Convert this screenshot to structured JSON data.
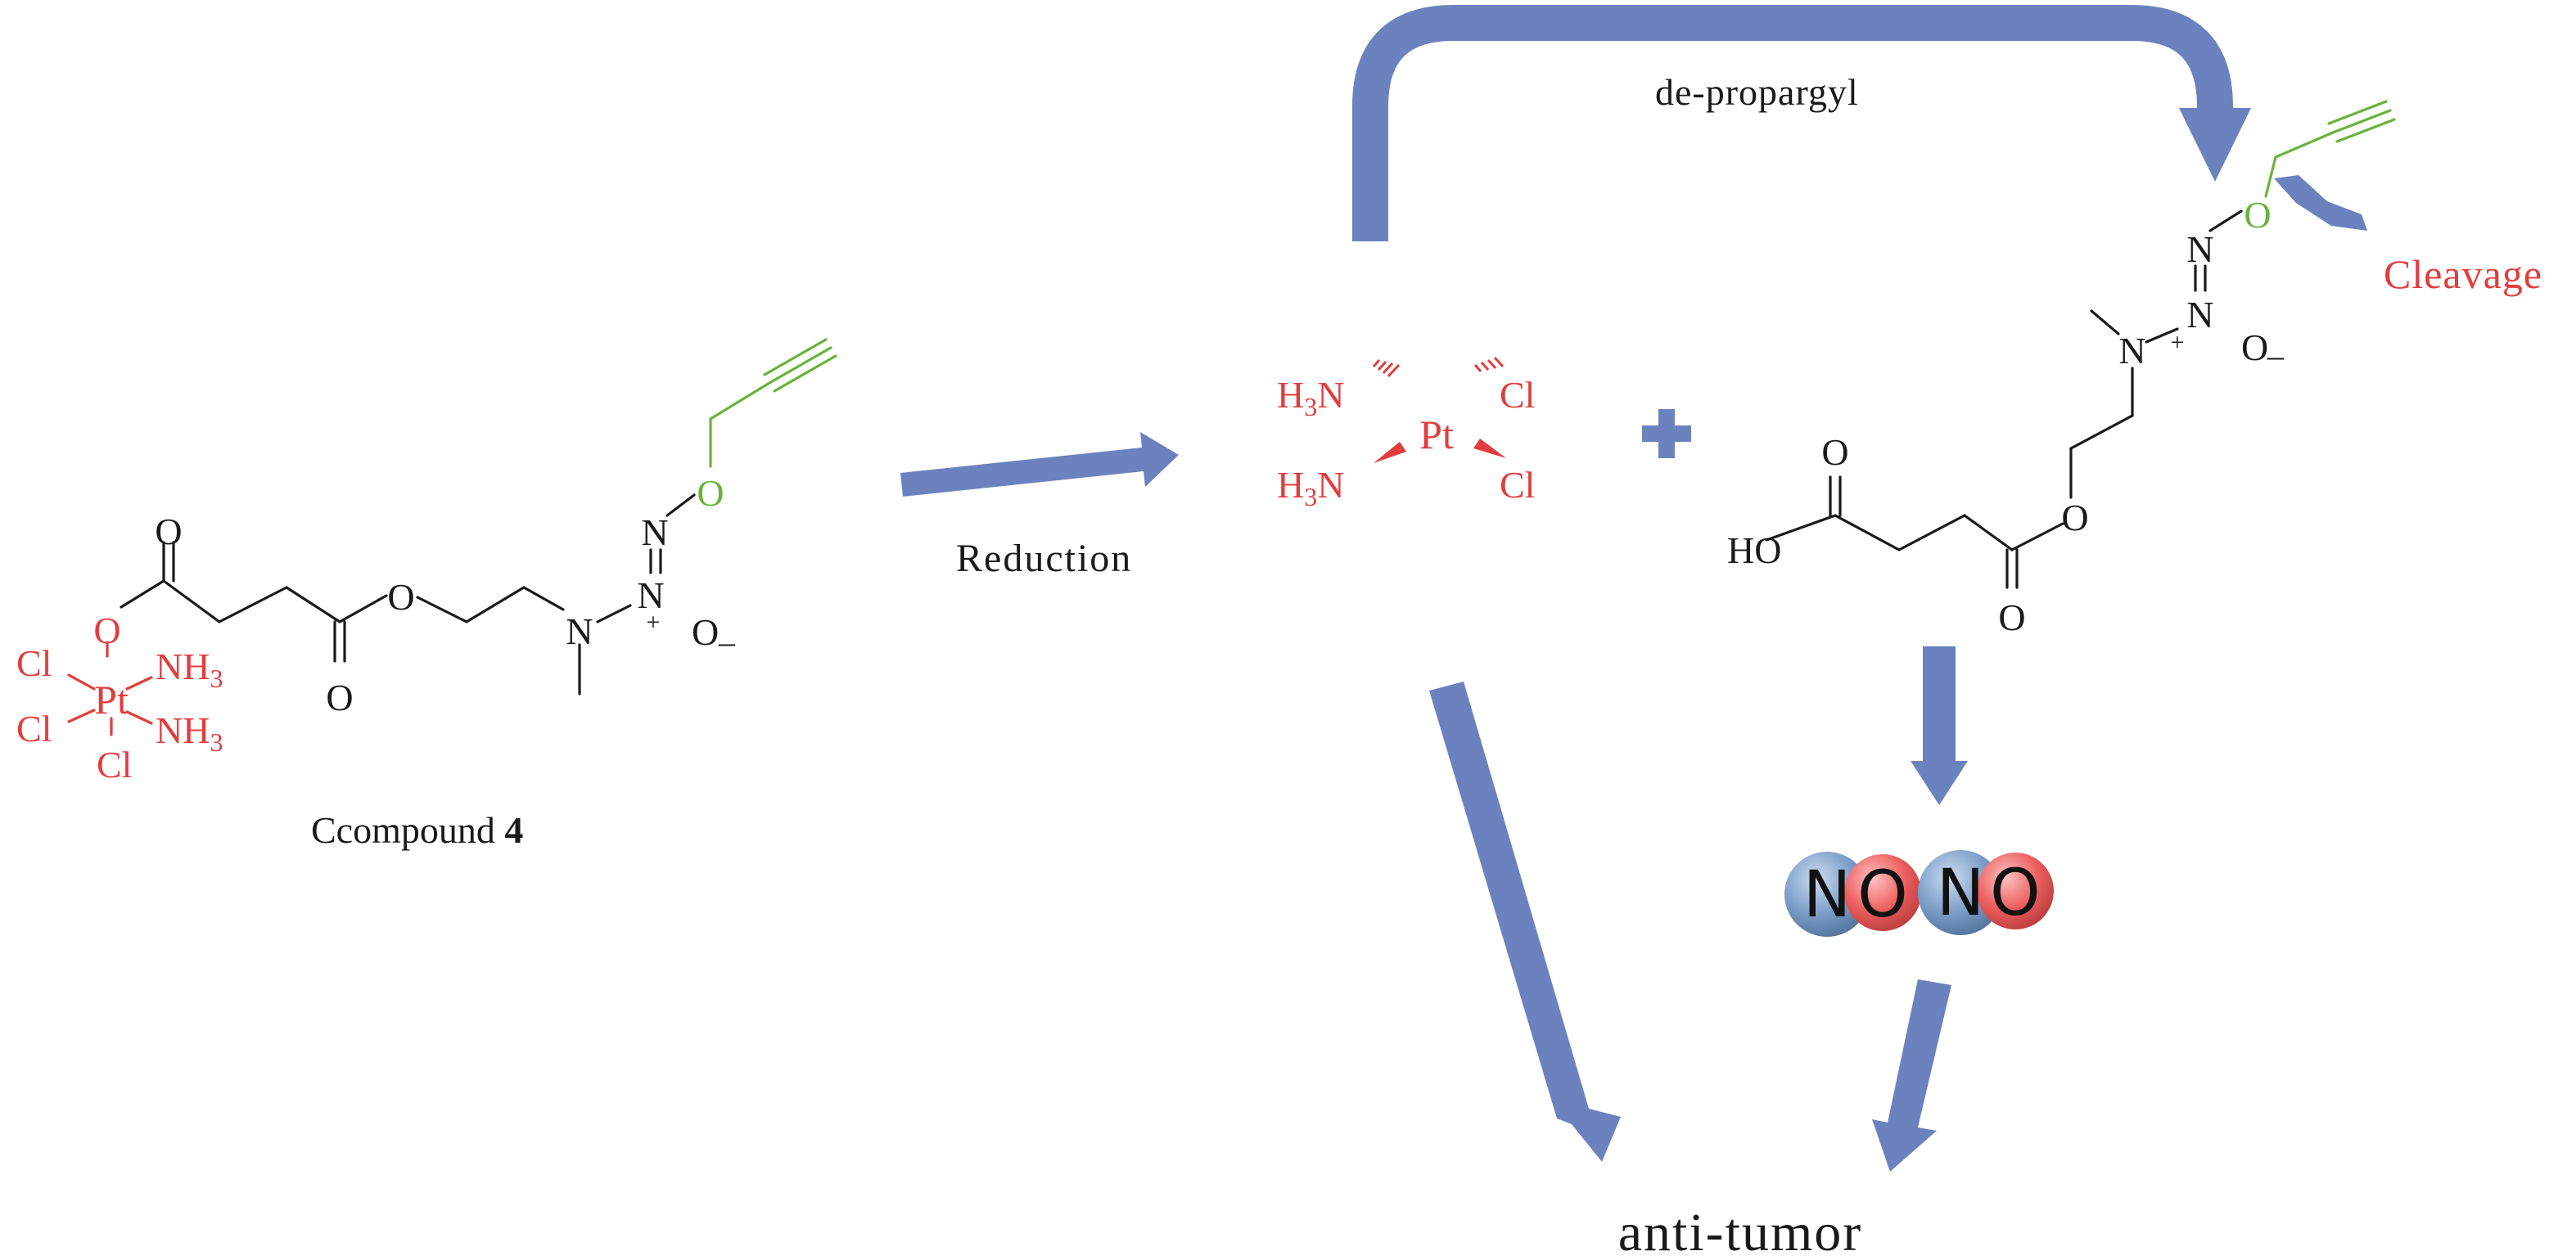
{
  "colors": {
    "arrow": "#6b82bf",
    "platinum_fragment": "#e23d3d",
    "propargyl_fragment": "#69b33c",
    "bond": "#1a1a1a",
    "no_nitrogen_sphere": "#7d9ec9",
    "no_oxygen_sphere": "#ec5f5f"
  },
  "compound4": {
    "caption_prefix": "Ccompound ",
    "caption_number": "4",
    "atoms": {
      "pt": "Pt",
      "cl1": "Cl",
      "cl2": "Cl",
      "cl3": "Cl",
      "nh3_1": "NH",
      "nh3_2": "NH",
      "sub3": "3",
      "o_pt": "O",
      "o_carbonyl1": "O",
      "o_carbonyl2": "O",
      "o_ester": "O",
      "n_amine": "N",
      "n_plus": "N",
      "n_double": "N",
      "o_minus": "O",
      "o_propargyl": "O",
      "plus": "+",
      "minus": "–"
    }
  },
  "reduction_label": "Reduction",
  "depropargyl_label": "de-propargyl",
  "cleavage_label": "Cleavage",
  "cisplatin": {
    "pt": "Pt",
    "h3n_h": "H",
    "h3n_3": "3",
    "h3n_n": "N",
    "cl": "Cl"
  },
  "plus_sign": "+",
  "product": {
    "ho": "HO",
    "o": "O",
    "n": "N",
    "plus": "+",
    "minus": "–"
  },
  "no_molecules": {
    "n": "N",
    "o": "O"
  },
  "outcome_label": "anti-tumor"
}
